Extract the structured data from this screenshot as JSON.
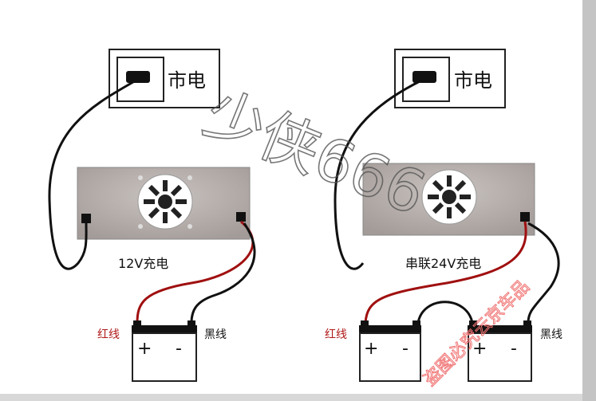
{
  "left_panel": {
    "outlet_label": "市电",
    "charger_label": "12V充电",
    "red_wire_label": "红线",
    "black_wire_label": "黑线",
    "battery_plus": "+",
    "battery_minus": "-"
  },
  "right_panel": {
    "outlet_label": "市电",
    "charger_label": "串联24V充电",
    "red_wire_label": "红线",
    "black_wire_label": "黑线",
    "battery_plus": "+",
    "battery_minus": "-"
  },
  "watermarks": {
    "center": "少侠666",
    "corner": "盗图必究云京车品"
  },
  "colors": {
    "red_wire": "#a01010",
    "black_wire": "#111111",
    "charger_body": "#b3aca9",
    "red_label": "#b01818",
    "watermark_corner": "#f07070"
  }
}
